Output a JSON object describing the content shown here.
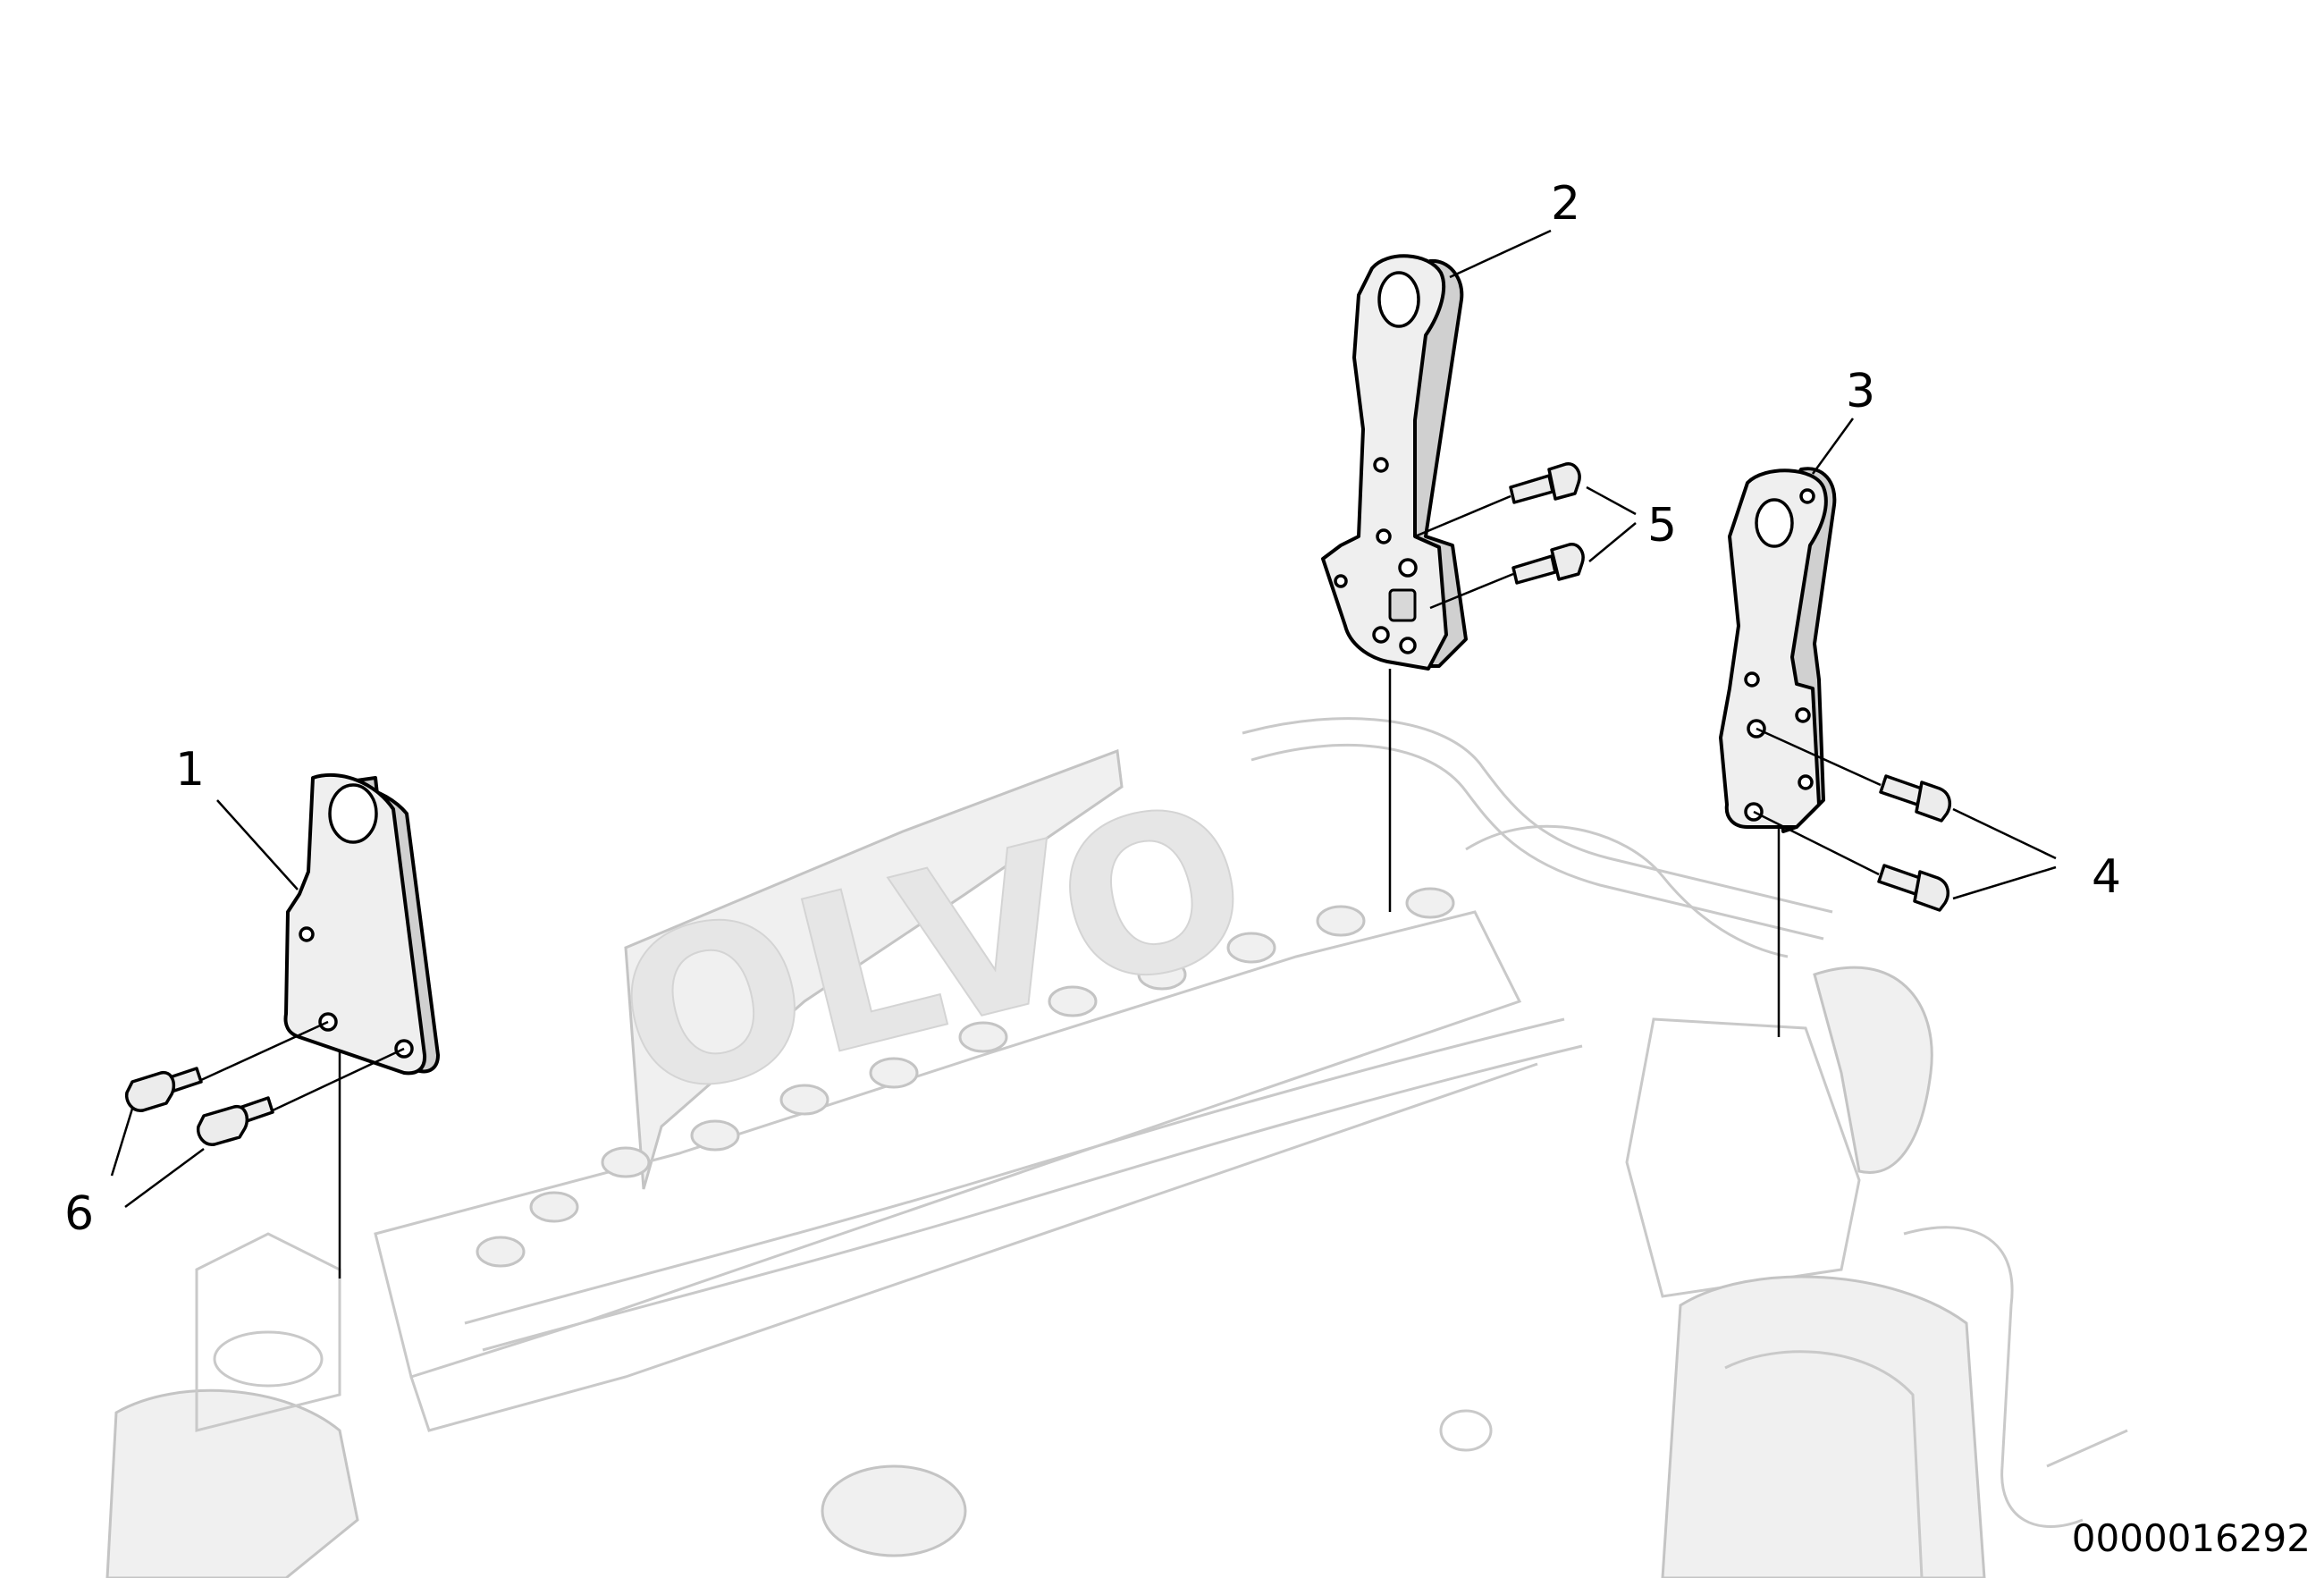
{
  "callouts": [
    {
      "id": "1",
      "label": "1"
    },
    {
      "id": "2",
      "label": "2"
    },
    {
      "id": "3",
      "label": "3"
    },
    {
      "id": "4",
      "label": "4"
    },
    {
      "id": "5",
      "label": "5"
    },
    {
      "id": "6",
      "label": "6"
    }
  ],
  "document_number": "0000016292",
  "watermark_text": "OLVO",
  "colors": {
    "line": "#000000",
    "ghost_engine": "#c9c9c9",
    "part_fill": "#efefef",
    "background": "#ffffff"
  }
}
